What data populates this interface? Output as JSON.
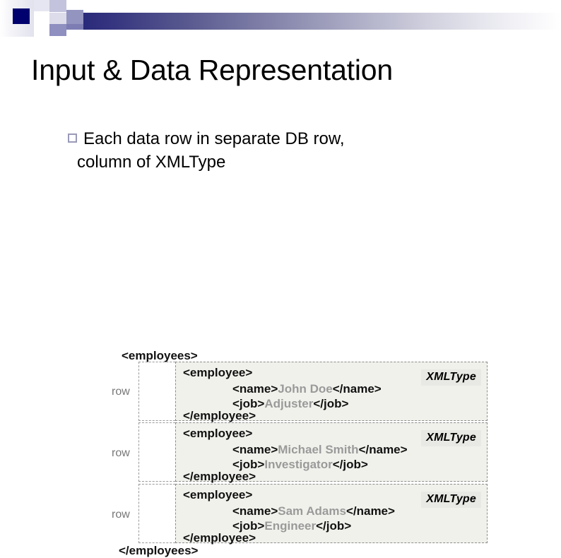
{
  "slide": {
    "title": "Input & Data Representation"
  },
  "bullet": {
    "marker": "hollow-square-bullet",
    "line1": "Each data row in separate DB row,",
    "line2": "column of XMLType"
  },
  "diagram": {
    "root_open_tag": "<employees>",
    "root_close_tag": "</employees>",
    "row_label": "row",
    "type_badge": "XMLType",
    "blocks": [
      {
        "open_tag": "<employee>",
        "name_open": "<name>",
        "name_value": "John Doe",
        "name_close": "</name>",
        "job_open": "<job>",
        "job_value": "Adjuster",
        "job_close": "</job>",
        "close_tag": "</employee>"
      },
      {
        "open_tag": "<employee>",
        "name_open": "<name>",
        "name_value": "Michael Smith",
        "name_close": "</name>",
        "job_open": "<job>",
        "job_value": "Investigator",
        "job_close": "</job>",
        "close_tag": "</employee>"
      },
      {
        "open_tag": "<employee>",
        "name_open": "<name>",
        "name_value": "Sam Adams",
        "name_close": "</name>",
        "job_open": "<job>",
        "job_value": "Engineer",
        "job_close": "</job>",
        "close_tag": "</employee>"
      }
    ]
  },
  "colors": {
    "header_gradient_start": "#1d1d6e",
    "header_gradient_end": "#ffffff",
    "bullet_marker": "#9a9ab8",
    "xml_block_bg": "#f1f1ec",
    "xml_value_text": "#9a9a9a",
    "badge_bg": "#e8e8e4",
    "dashed_border": "#8c8c8c"
  }
}
